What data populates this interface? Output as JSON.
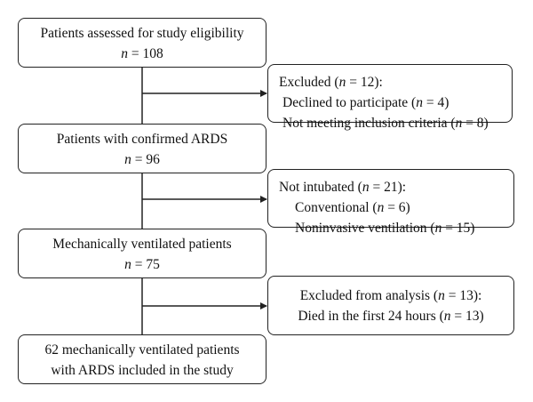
{
  "boxes": {
    "assessed": {
      "line1": "Patients assessed for study eligibility",
      "n_label": "n",
      "n_value": " = 108"
    },
    "confirmed": {
      "line1": "Patients with confirmed ARDS",
      "n_label": "n",
      "n_value": " = 96"
    },
    "ventilated": {
      "line1": "Mechanically ventilated patients",
      "n_label": "n",
      "n_value": " = 75"
    },
    "included": {
      "line1": "62 mechanically ventilated patients",
      "line2": "with ARDS included in the study"
    }
  },
  "side_boxes": {
    "excluded": {
      "title_pre": "Excluded (",
      "title_n": "n",
      "title_post": " = 12):",
      "item1_pre": "Declined to participate (",
      "item1_n": "n",
      "item1_post": " = 4)",
      "item2_pre": "Not meeting inclusion criteria (",
      "item2_n": "n",
      "item2_post": " = 8)"
    },
    "not_intubated": {
      "title_pre": "Not intubated (",
      "title_n": "n",
      "title_post": " = 21):",
      "item1_pre": "Conventional (",
      "item1_n": "n",
      "item1_post": " = 6)",
      "item2_pre": "Noninvasive ventilation (",
      "item2_n": "n",
      "item2_post": " = 15)"
    },
    "excluded_analysis": {
      "title_pre": "Excluded from analysis (",
      "title_n": "n",
      "title_post": " = 13):",
      "item1_pre": "Died in the first 24 hours (",
      "item1_n": "n",
      "item1_post": " = 13)"
    }
  }
}
